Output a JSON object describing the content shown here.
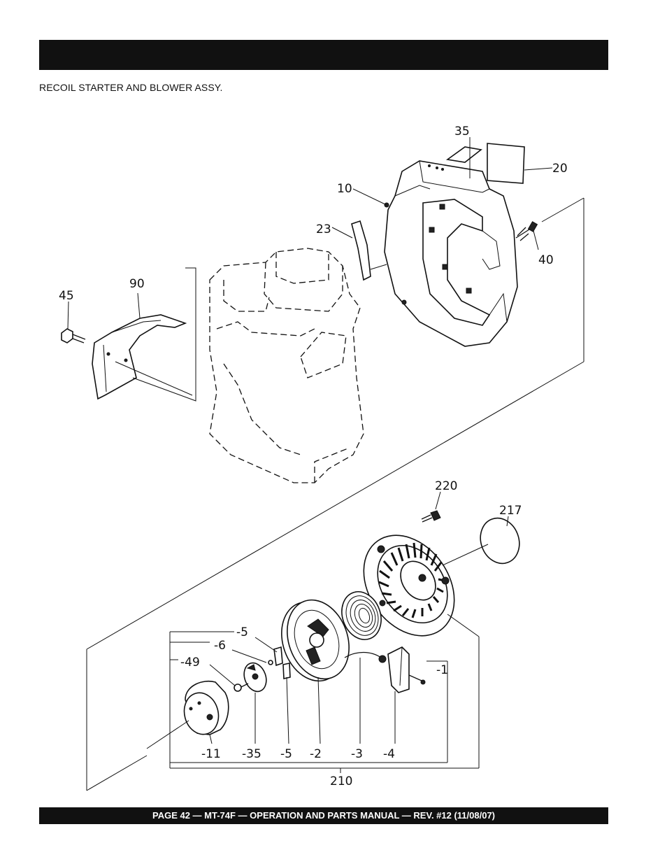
{
  "header": {
    "bar_color": "#111111"
  },
  "section": {
    "title": "RECOIL STARTER AND BLOWER ASSY."
  },
  "footer": {
    "text": "PAGE 42 — MT-74F — OPERATION AND PARTS MANUAL — REV. #12 (11/08/07)"
  },
  "diagram": {
    "callouts": {
      "c35": "35",
      "c20": "20",
      "c10": "10",
      "c23": "23",
      "c40": "40",
      "c90": "90",
      "c45": "45",
      "c220": "220",
      "c217": "217",
      "cm5a": "-5",
      "cm6": "-6",
      "cm49": "-49",
      "cm1": "-1",
      "cm11": "-11",
      "cm35": "-35",
      "cm5b": "-5",
      "cm2": "-2",
      "cm3": "-3",
      "cm4": "-4",
      "c210": "210"
    }
  }
}
